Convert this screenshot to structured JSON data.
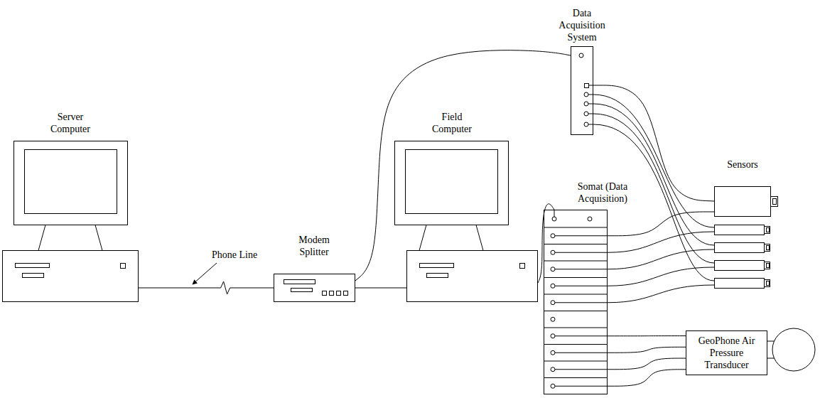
{
  "diagram": {
    "nodes": [
      {
        "text": [
          "Server Computer"
        ]
      },
      {
        "text": [
          "Modem Splitter"
        ]
      },
      {
        "text": [
          "Field Computer"
        ]
      },
      {
        "text": [
          "Data Acquisition System"
        ]
      },
      {
        "text": [
          "Somat (Data Acquisition)"
        ]
      },
      {
        "text": [
          "Sensors"
        ]
      },
      {
        "text": [
          "GeoPhone Air Pressure Transducer"
        ]
      }
    ],
    "edges": [
      {
        "from": 0,
        "to": 1,
        "arrow": "none",
        "label": "Phone Line"
      },
      {
        "from": 1,
        "to": 2,
        "arrow": "none"
      },
      {
        "from": 1,
        "to": 3,
        "arrow": "none"
      },
      {
        "from": 2,
        "to": 4,
        "arrow": "none"
      },
      {
        "from": 3,
        "to": 5,
        "arrow": "none"
      },
      {
        "from": 4,
        "to": 5,
        "arrow": "none"
      },
      {
        "from": 4,
        "to": 6,
        "arrow": "none"
      },
      {
        "from": 4,
        "to": 6,
        "arrow": "none"
      },
      {
        "from": 4,
        "to": 6,
        "arrow": "none"
      },
      {
        "from": 4,
        "to": 6,
        "arrow": "none"
      }
    ]
  }
}
